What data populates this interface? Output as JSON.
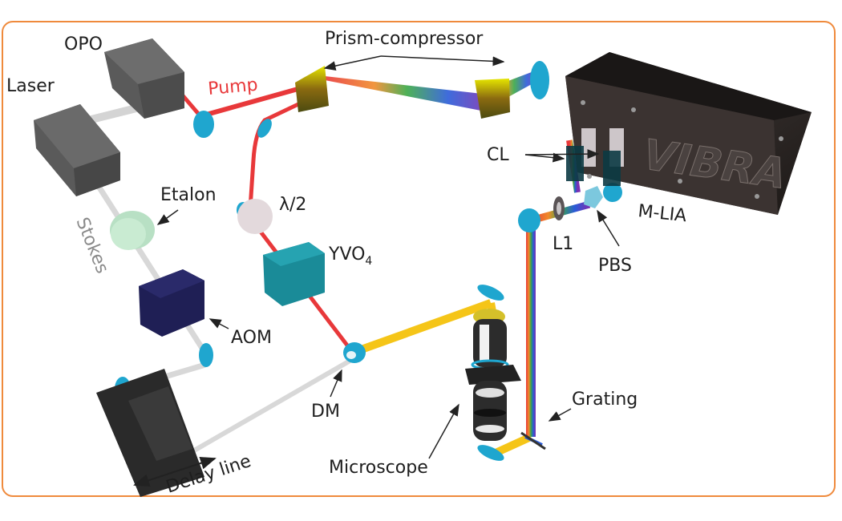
{
  "figure": {
    "title": "Optical setup schematic",
    "frame_color": "#ef8a3c"
  },
  "labels": {
    "opo": "OPO",
    "laser": "Laser",
    "pump": "Pump",
    "stokes": "Stokes",
    "prism_compressor": "Prism-compressor",
    "etalon": "Etalon",
    "half_wave": "λ/2",
    "yvo4_main": "YVO",
    "yvo4_sub": "4",
    "aom": "AOM",
    "dm": "DM",
    "delay_line": "Delay line",
    "microscope": "Microscope",
    "grating": "Grating",
    "cl": "CL",
    "l1": "L1",
    "pbs": "PBS",
    "mlia": "M-LIA",
    "vibra_logo": "VIBRA"
  },
  "colors": {
    "pump_beam": "#e8383a",
    "stokes_beam": "#d8d8d8",
    "combined_beam": "#f5c518",
    "mirror": "#1fa6cf",
    "laser_box": "#5a5a5a",
    "aom_box": "#1f1f55",
    "yvo4_box": "#1a8b98",
    "etalon": "#b8e0c4",
    "waveplate": "#e3d9dc",
    "lockin_box": "#2a2523",
    "prism": "#d9d900",
    "delay_stage": "#2a2a2a"
  },
  "components": [
    "OPO",
    "Laser",
    "Prism-compressor",
    "Etalon",
    "λ/2",
    "YVO4",
    "AOM",
    "DM",
    "Delay line",
    "Microscope",
    "Grating",
    "CL",
    "L1",
    "PBS",
    "M-LIA"
  ]
}
